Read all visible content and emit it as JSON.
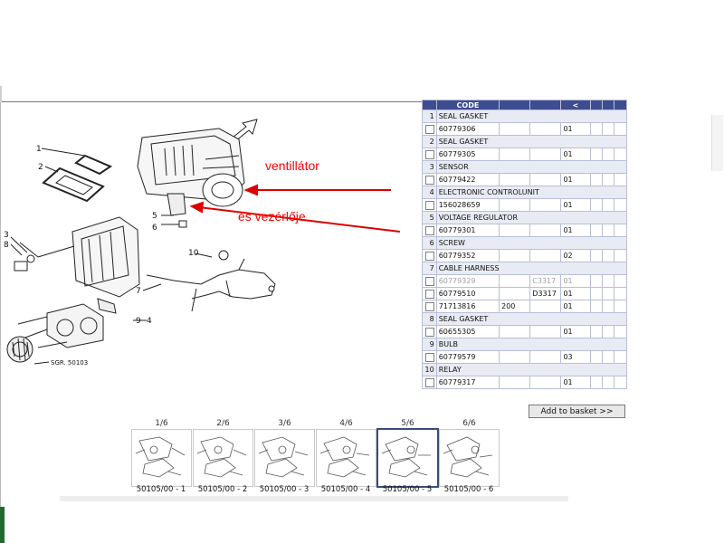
{
  "annotations": {
    "fan": "ventillátor",
    "controller": "és vezérlője"
  },
  "diagram": {
    "part_labels": [
      "1",
      "2",
      "3",
      "8",
      "5",
      "6",
      "10",
      "7",
      "9",
      "4"
    ],
    "reference": "SGR. 50103"
  },
  "table": {
    "header_code": "CODE",
    "header_mark": "<",
    "sections": [
      {
        "num": "1",
        "name": "SEAL GASKET",
        "rows": [
          {
            "code": "60779306",
            "a": "",
            "b": "",
            "qty": "01",
            "dim": false
          }
        ]
      },
      {
        "num": "2",
        "name": "SEAL GASKET",
        "rows": [
          {
            "code": "60779305",
            "a": "",
            "b": "",
            "qty": "01",
            "dim": false
          }
        ]
      },
      {
        "num": "3",
        "name": "SENSOR",
        "rows": [
          {
            "code": "60779422",
            "a": "",
            "b": "",
            "qty": "01",
            "dim": false
          }
        ]
      },
      {
        "num": "4",
        "name": "ELECTRONIC CONTROLUNIT",
        "rows": [
          {
            "code": "156028659",
            "a": "",
            "b": "",
            "qty": "01",
            "dim": false
          }
        ]
      },
      {
        "num": "5",
        "name": "VOLTAGE REGULATOR",
        "rows": [
          {
            "code": "60779301",
            "a": "",
            "b": "",
            "qty": "01",
            "dim": false
          }
        ]
      },
      {
        "num": "6",
        "name": "SCREW",
        "rows": [
          {
            "code": "60779352",
            "a": "",
            "b": "",
            "qty": "02",
            "dim": false
          }
        ]
      },
      {
        "num": "7",
        "name": "CABLE HARNESS",
        "rows": [
          {
            "code": "60779329",
            "a": "",
            "b": "C3317",
            "qty": "01",
            "dim": true
          },
          {
            "code": "60779510",
            "a": "",
            "b": "D3317",
            "qty": "01",
            "dim": false
          },
          {
            "code": "71713816",
            "a": "200",
            "b": "",
            "qty": "01",
            "dim": false
          }
        ]
      },
      {
        "num": "8",
        "name": "SEAL GASKET",
        "rows": [
          {
            "code": "60655305",
            "a": "",
            "b": "",
            "qty": "01",
            "dim": false
          }
        ]
      },
      {
        "num": "9",
        "name": "BULB",
        "rows": [
          {
            "code": "60779579",
            "a": "",
            "b": "",
            "qty": "03",
            "dim": false
          }
        ]
      },
      {
        "num": "10",
        "name": "RELAY",
        "rows": [
          {
            "code": "60779317",
            "a": "",
            "b": "",
            "qty": "01",
            "dim": false
          }
        ]
      }
    ]
  },
  "basket_button": "Add to basket >>",
  "thumbnails": [
    {
      "page": "1/6",
      "label": "50105/00 - 1",
      "selected": false
    },
    {
      "page": "2/6",
      "label": "50105/00 - 2",
      "selected": false
    },
    {
      "page": "3/6",
      "label": "50105/00 - 3",
      "selected": false
    },
    {
      "page": "4/6",
      "label": "50105/00 - 4",
      "selected": false
    },
    {
      "page": "5/6",
      "label": "50105/00 - 5",
      "selected": true
    },
    {
      "page": "6/6",
      "label": "50105/00 - 6",
      "selected": false
    }
  ]
}
